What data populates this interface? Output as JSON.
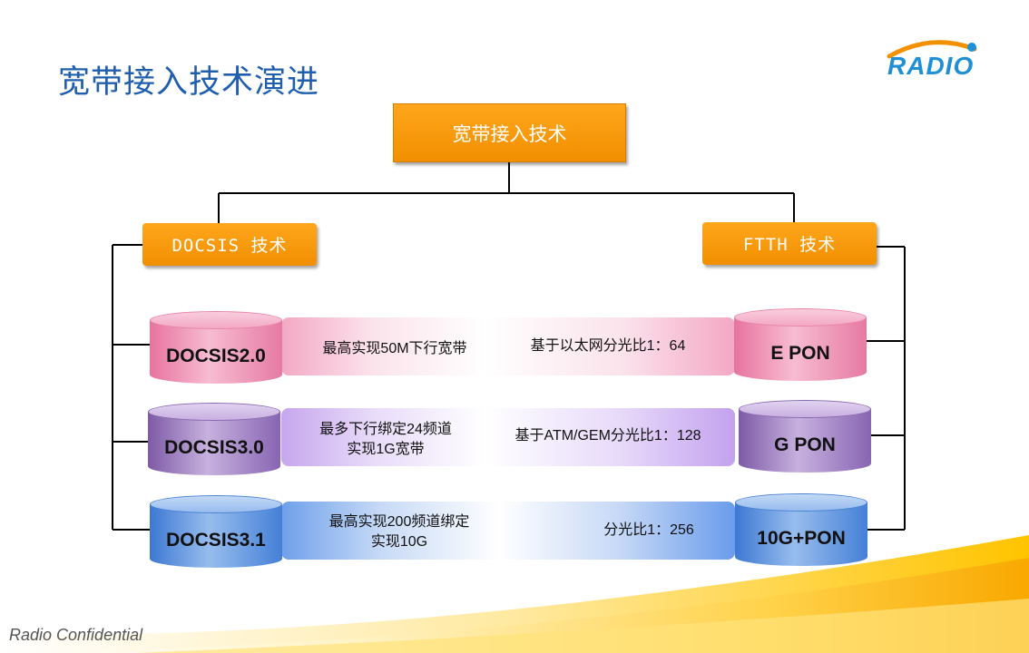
{
  "title": "宽带接入技术演进",
  "logo_text": "RADIO",
  "root": "宽带接入技术",
  "categories": {
    "left": "DOCSIS 技术",
    "right": "FTTH 技术"
  },
  "rows": [
    {
      "left": "DOCSIS2.0",
      "left_desc": [
        "最高实现50M下行宽带"
      ],
      "right_desc": "基于以太网分光比1：64",
      "right": "E PON",
      "color": "pink"
    },
    {
      "left": "DOCSIS3.0",
      "left_desc": [
        "最多下行绑定24频道",
        "实现1G宽带"
      ],
      "right_desc": "基于ATM/GEM分光比1：128",
      "right": "G PON",
      "color": "purple"
    },
    {
      "left": "DOCSIS3.1",
      "left_desc": [
        "最高实现200频道绑定",
        "实现10G"
      ],
      "right_desc": "分光比1：256",
      "right": "10G+PON",
      "color": "blue"
    }
  ],
  "footer": "Radio Confidential",
  "colors": {
    "title": "#1f5fae",
    "orange": "#f39200",
    "pink": "#f3a8c4",
    "purple": "#c6a6ee",
    "blue": "#6ea0ea"
  }
}
